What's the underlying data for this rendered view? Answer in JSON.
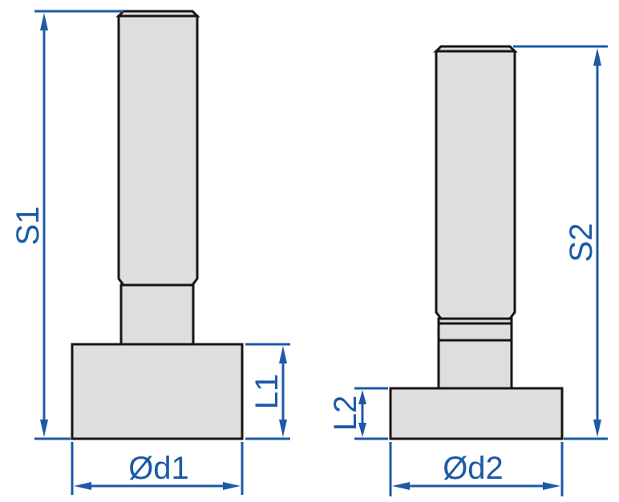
{
  "diagram": {
    "type": "technical-drawing",
    "subject": "T-bolt / stud dimension drawing",
    "colors": {
      "part_fill": "#dcdedf",
      "part_outline": "#1b1411",
      "dimension_lines": "#1c5aa6",
      "background": "#ffffff"
    },
    "left_part": {
      "labels": {
        "height": "S1",
        "base_height": "L1",
        "base_diameter": "Ød1"
      }
    },
    "right_part": {
      "labels": {
        "height": "S2",
        "base_height": "L2",
        "base_diameter": "Ød2"
      }
    }
  }
}
